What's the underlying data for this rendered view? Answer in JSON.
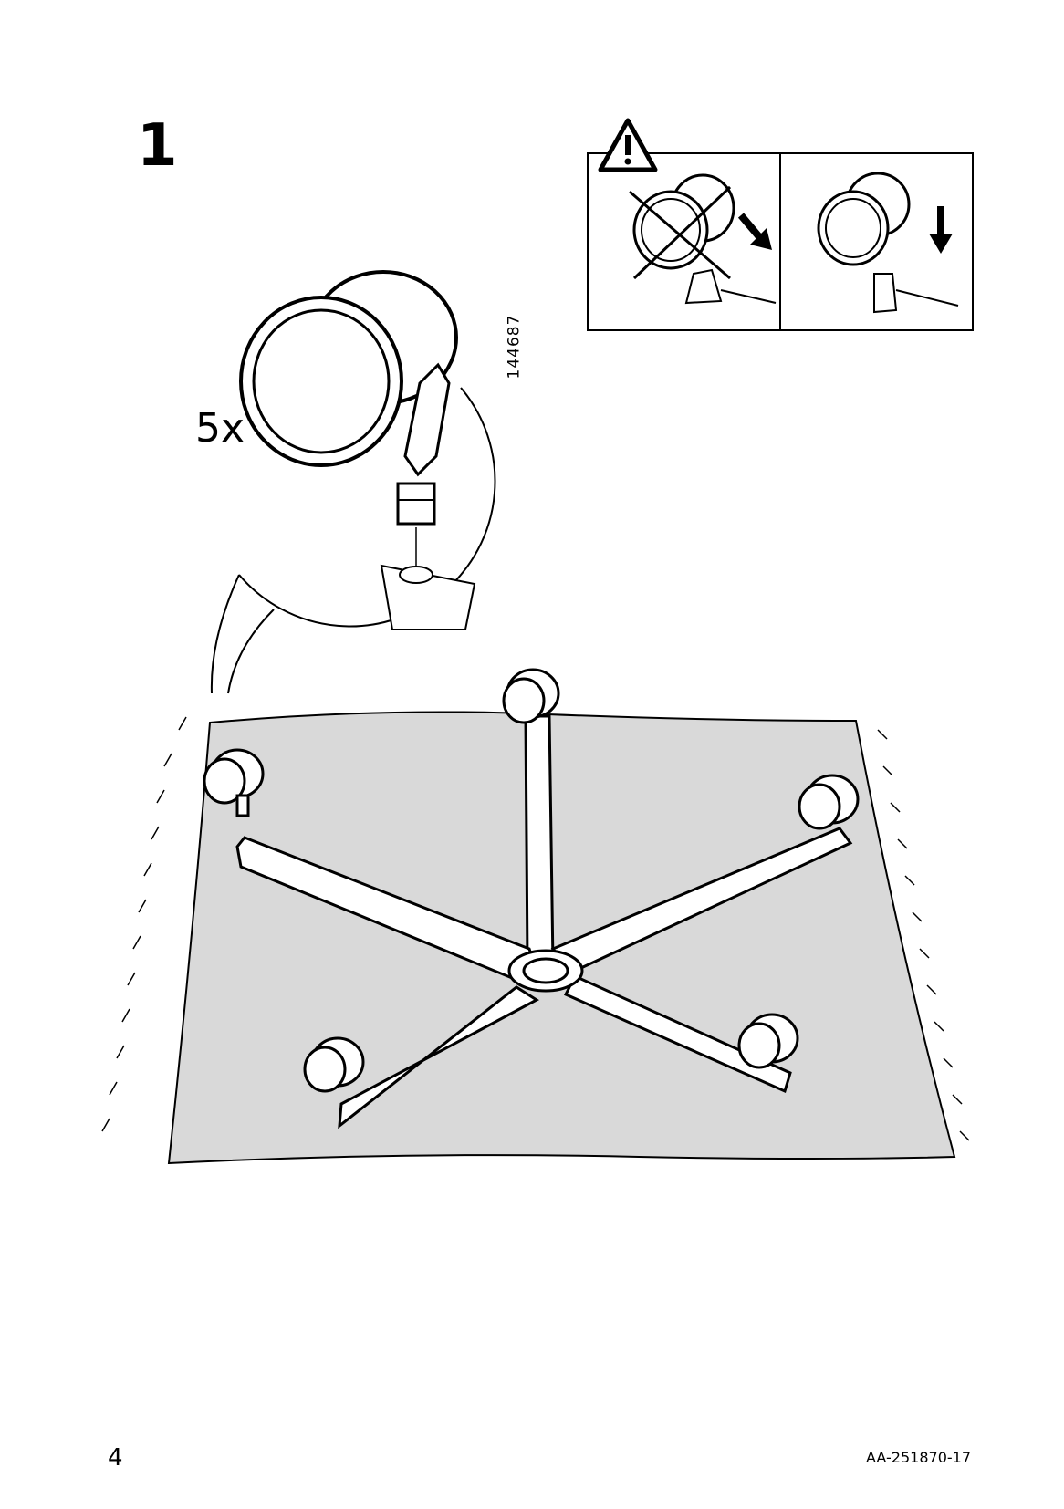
{
  "step": {
    "number": "1"
  },
  "callout": {
    "quantity": "5x",
    "part_number": "144687"
  },
  "warning_panel": {
    "incorrect_icon": "warning-triangle-icon",
    "panels": [
      "incorrect-wheel-tilted",
      "correct-wheel-straight"
    ]
  },
  "footer": {
    "page_number": "4",
    "document_code": "AA-251870-17"
  },
  "colors": {
    "rug": "#d9d9d9",
    "line": "#000000",
    "base": "#ffffff"
  }
}
